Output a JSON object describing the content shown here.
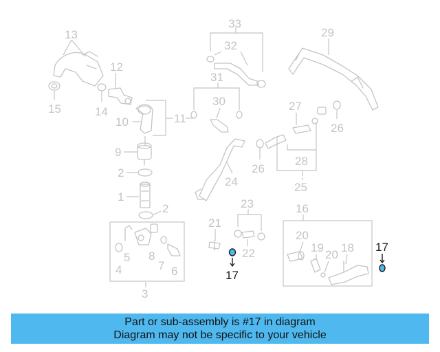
{
  "callouts": {
    "c1": "1",
    "c2a": "2",
    "c2b": "2",
    "c3": "3",
    "c4": "4",
    "c5": "5",
    "c6": "6",
    "c7": "7",
    "c8": "8",
    "c9": "9",
    "c10": "10",
    "c11": "11",
    "c12": "12",
    "c13": "13",
    "c14": "14",
    "c15": "15",
    "c16": "16",
    "c17a": "17",
    "c17b": "17",
    "c18": "18",
    "c19": "19",
    "c20a": "20",
    "c20b": "20",
    "c21": "21",
    "c22": "22",
    "c23": "23",
    "c24": "24",
    "c25": "25",
    "c26a": "26",
    "c26b": "26",
    "c27": "27",
    "c28": "28",
    "c29": "29",
    "c30": "30",
    "c31": "31",
    "c32": "32",
    "c33": "33"
  },
  "highlighted_part": "17",
  "colors": {
    "highlight": "#4fb8ee",
    "parts": "#c4c4c4",
    "banner": "#4fb8ee"
  },
  "banner": {
    "line1": "Part or sub-assembly is #17 in diagram",
    "line2": "Diagram may not be specific to your vehicle"
  }
}
